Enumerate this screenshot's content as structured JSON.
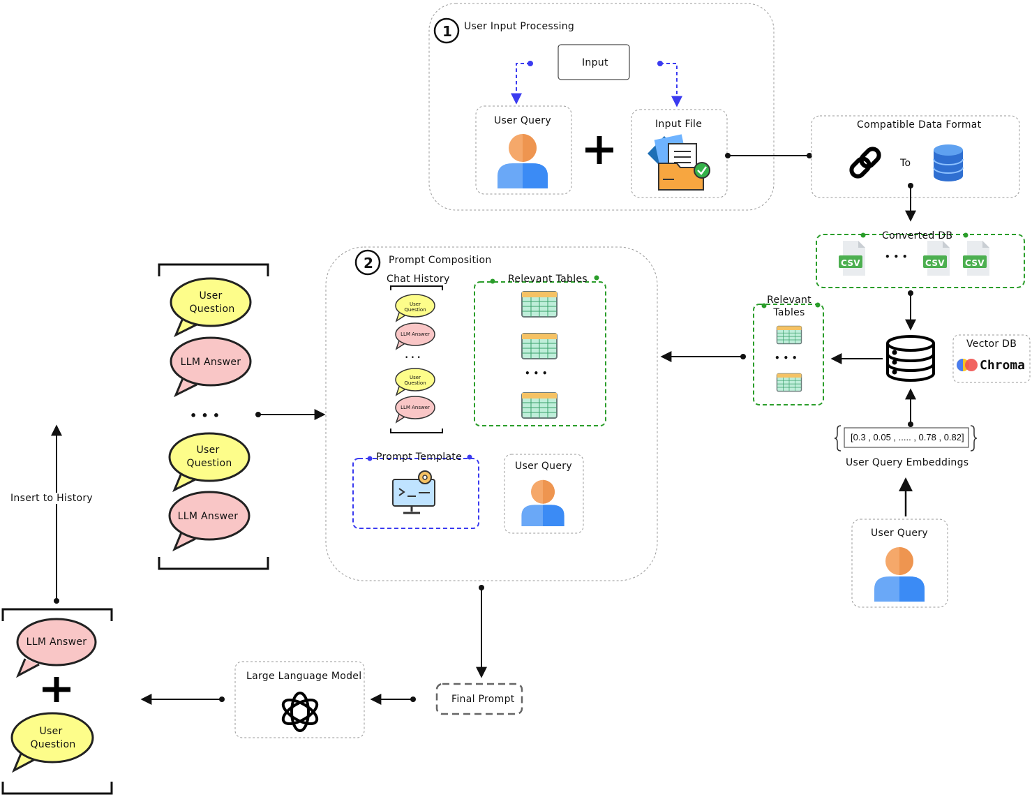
{
  "section1": {
    "number": "1",
    "title": "User Input Processing",
    "input_label": "Input",
    "user_query_label": "User Query",
    "input_file_label": "Input File"
  },
  "compat": {
    "title": "Compatible Data Format",
    "to_label": "To"
  },
  "converted": {
    "title": "Converted DB",
    "csv": "CSV",
    "dots": "• • •"
  },
  "relevant_right": {
    "title_line1": "Relevant",
    "title_line2": "Tables",
    "dots": "• • •"
  },
  "vector_db": {
    "title": "Vector DB",
    "brand": "Chroma"
  },
  "embeddings": {
    "value": "[0.3 , 0.05 , ..... , 0.78 , 0.82]",
    "label": "User Query Embeddings"
  },
  "user_query_bottom": {
    "label": "User Query"
  },
  "section2": {
    "number": "2",
    "title": "Prompt Composition",
    "chat_history": "Chat History",
    "relevant_tables": "Relevant Tables",
    "prompt_template": "Prompt Template",
    "user_query": "User Query",
    "mini_question": "User Question",
    "mini_answer": "LLM Answer",
    "dots": "• • •"
  },
  "history": {
    "q_line1": "User",
    "q_line2": "Question",
    "answer": "LLM Answer",
    "dots": "• • •"
  },
  "insert_label": "Insert to History",
  "final_prompt": "Final Prompt",
  "llm": {
    "title": "Large Language Model"
  },
  "output": {
    "answer": "LLM Answer",
    "q_line1": "User",
    "q_line2": "Question"
  },
  "colors": {
    "question_fill": "#fdfd8a",
    "answer_fill": "#f9c6c6",
    "blue_arrow": "#3b3bf0",
    "green_dash": "#2a9d2a",
    "person_head": "#f5a86a",
    "person_body": "#3b8bf5"
  }
}
